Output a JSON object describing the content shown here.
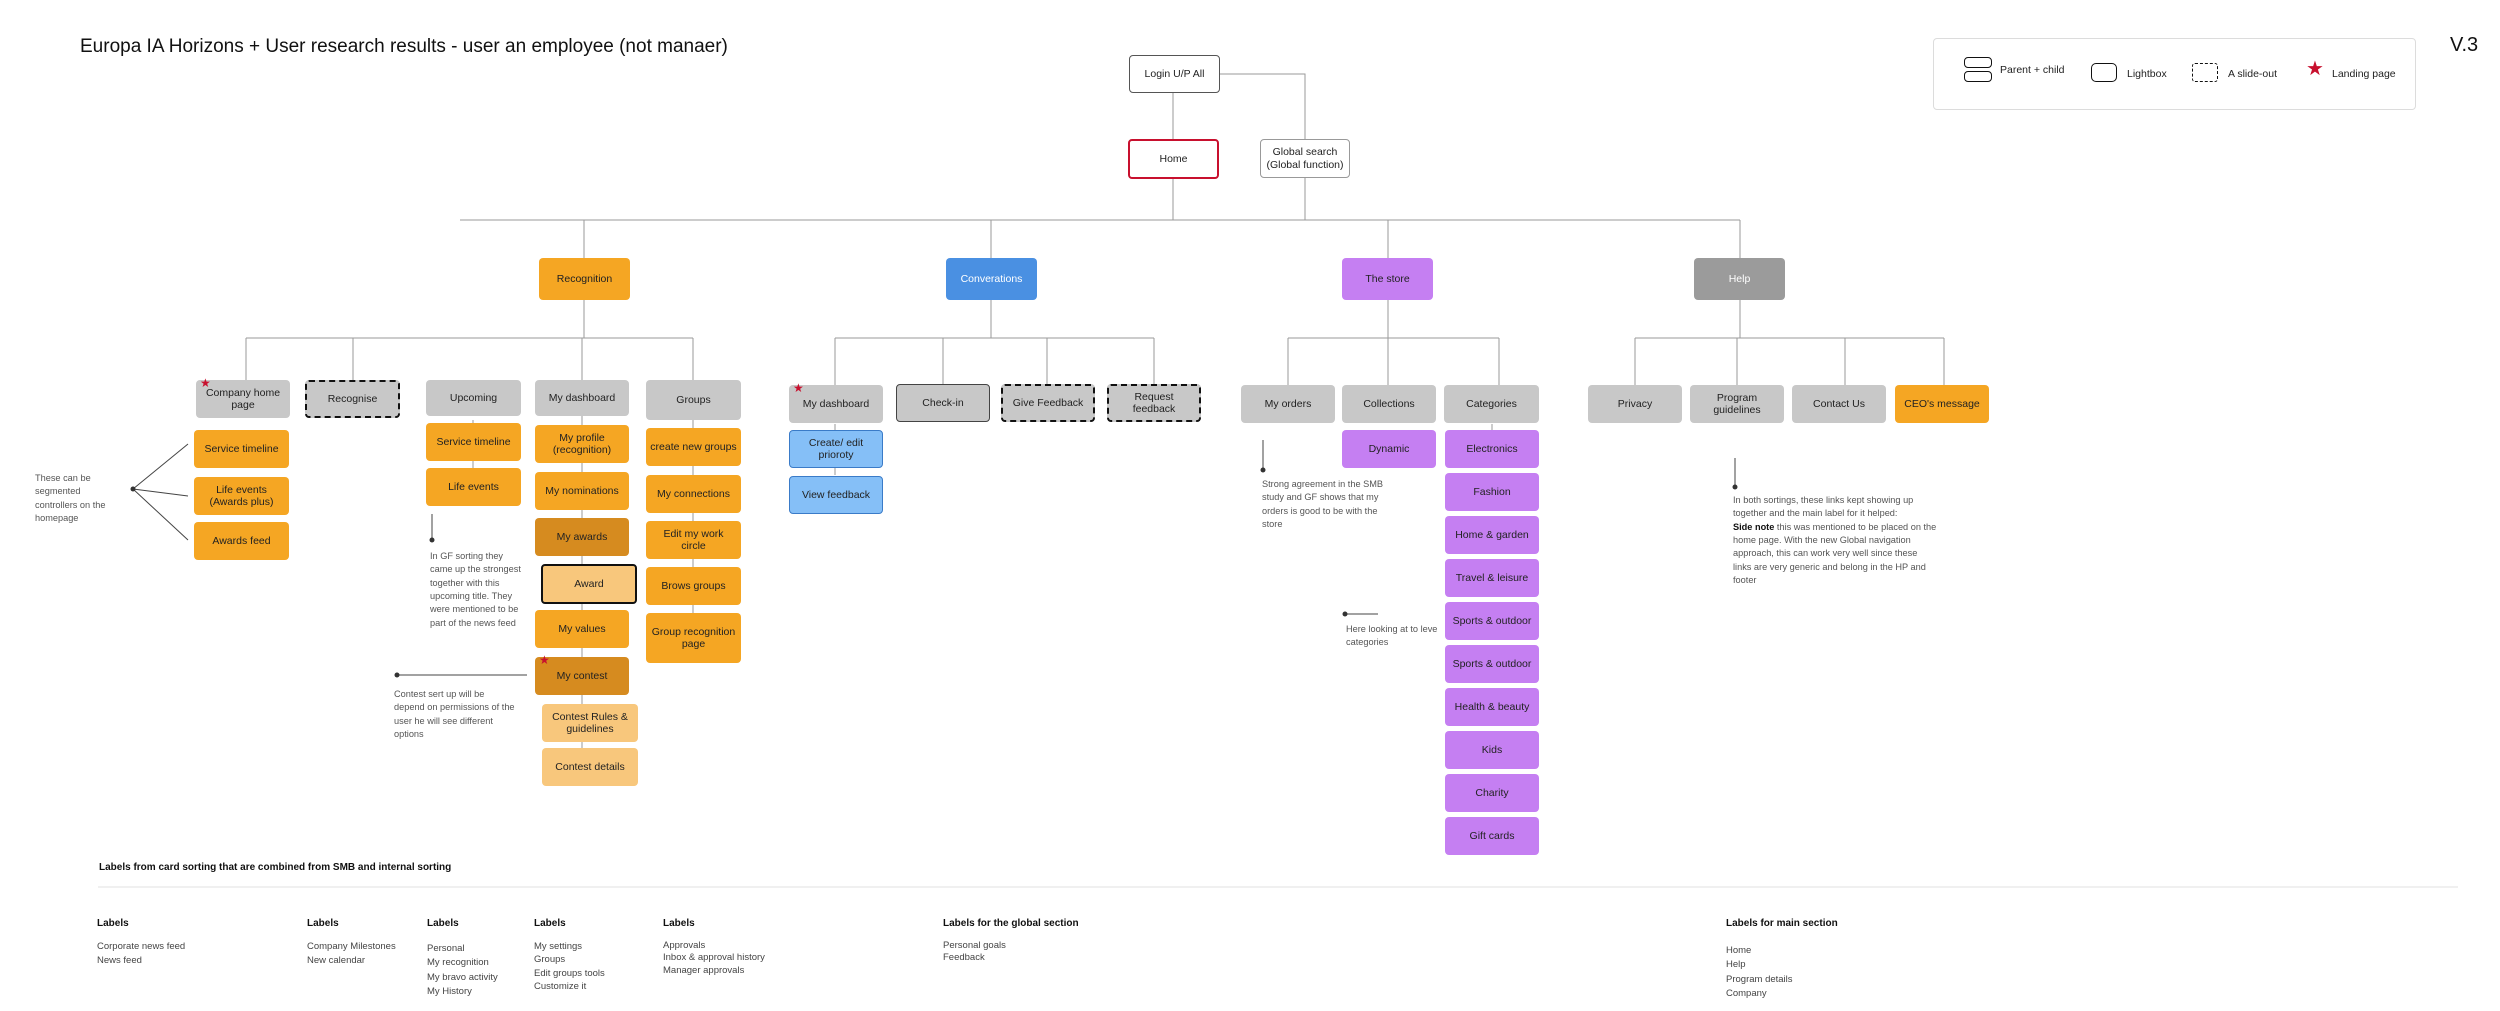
{
  "header": {
    "title": "Europa IA Horizons + User research results - user an employee (not manaer)",
    "version": "V.3"
  },
  "legend": {
    "parent_child": "Parent + child",
    "lightbox": "Lightbox",
    "slide_out": "A slide-out",
    "landing_page": "Landing page"
  },
  "colors": {
    "orange": "#f5a623",
    "dark_orange": "#d68b1f",
    "light_orange": "#f8c77c",
    "blue": "#4a90e2",
    "light_blue": "#85bff7",
    "purple": "#c57ff2",
    "gray": "#9b9b9b",
    "light_gray": "#c8c8c8",
    "landing_red": "#c8102e"
  },
  "nodes": {
    "login": "Login U/P All",
    "home": "Home",
    "global_search": "Global search (Global function)",
    "recognition": "Recognition",
    "conversations": "Converations",
    "store": "The store",
    "help": "Help",
    "company_home": "Company home page",
    "recognise": "Recognise",
    "upcoming": "Upcoming",
    "my_dashboard": "My dashboard",
    "groups": "Groups",
    "service_timeline_1": "Service timeline",
    "life_events_plus": "Life events (Awards plus)",
    "awards_feed": "Awards feed",
    "service_timeline_2": "Service timeline",
    "life_events": "Life events",
    "my_profile": "My profile (recognition)",
    "my_nominations": "My nominations",
    "my_awards": "My awards",
    "award": "Award",
    "my_values": "My values",
    "my_contest": "My contest",
    "contest_rules": "Contest Rules & guidelines",
    "contest_details": "Contest details",
    "create_groups": "create new groups",
    "my_connections": "My connections",
    "edit_work_circle": "Edit my work circle",
    "brows_groups": "Brows groups",
    "group_recognition": "Group recognition page",
    "conv_dashboard": "My dashboard",
    "check_in": "Check-in",
    "give_feedback": "Give Feedback",
    "request_feedback": "Request feedback",
    "create_priority": "Create/ edit prioroty",
    "view_feedback": "View feedback",
    "my_orders": "My orders",
    "collections": "Collections",
    "categories": "Categories",
    "dynamic": "Dynamic",
    "cat": [
      "Electronics",
      "Fashion",
      "Home & garden",
      "Travel & leisure",
      "Sports & outdoor",
      "Sports & outdoor",
      "Health & beauty",
      "Kids",
      "Charity",
      "Gift cards"
    ],
    "privacy": "Privacy",
    "program_guidelines": "Program guidelines",
    "contact_us": "Contact Us",
    "ceo_message": "CEO's message"
  },
  "notes": {
    "segmented": "These can be segmented controllers on the homepage",
    "gf_sorting": "In GF sorting they came up the strongest together with this upcoming title. They were mentioned to be part of the news feed",
    "contest": "Contest sert up will be depend on permissions of the user he will see different options",
    "orders": "Strong agreement in the SMB study and GF shows that my orders is good to be with the store",
    "categories": "Here looking at to leve categories",
    "help_intro": "In both sortings, these links kept showing up together and the main label for it helped:",
    "help_side_note_label": "Side note",
    "help_side_note": " this was mentioned to be placed on the home page. With the new Global navigation approach, this can work very well since these links are very generic and belong in the HP and footer"
  },
  "labels_section": {
    "heading": "Labels from card sorting that are combined from SMB and internal sorting",
    "groups": [
      {
        "title": "Labels",
        "items": [
          "Corporate news feed",
          "News feed"
        ]
      },
      {
        "title": "Labels",
        "items": [
          "Company Milestones",
          "New calendar"
        ]
      },
      {
        "title": "Labels",
        "items": [
          "Personal",
          "My recognition",
          "My bravo activity",
          "My History"
        ]
      },
      {
        "title": "Labels",
        "items": [
          "My settings",
          "Groups",
          "Edit groups tools",
          "Customize it"
        ]
      },
      {
        "title": "Labels",
        "items": [
          "Approvals",
          "Inbox & approval history",
          "Manager approvals"
        ]
      },
      {
        "title": "Labels for the global section",
        "items": [
          "Personal goals",
          "Feedback"
        ]
      },
      {
        "title": "Labels for main section",
        "items": [
          "Home",
          "Help",
          "Program details",
          "Company"
        ]
      }
    ]
  }
}
